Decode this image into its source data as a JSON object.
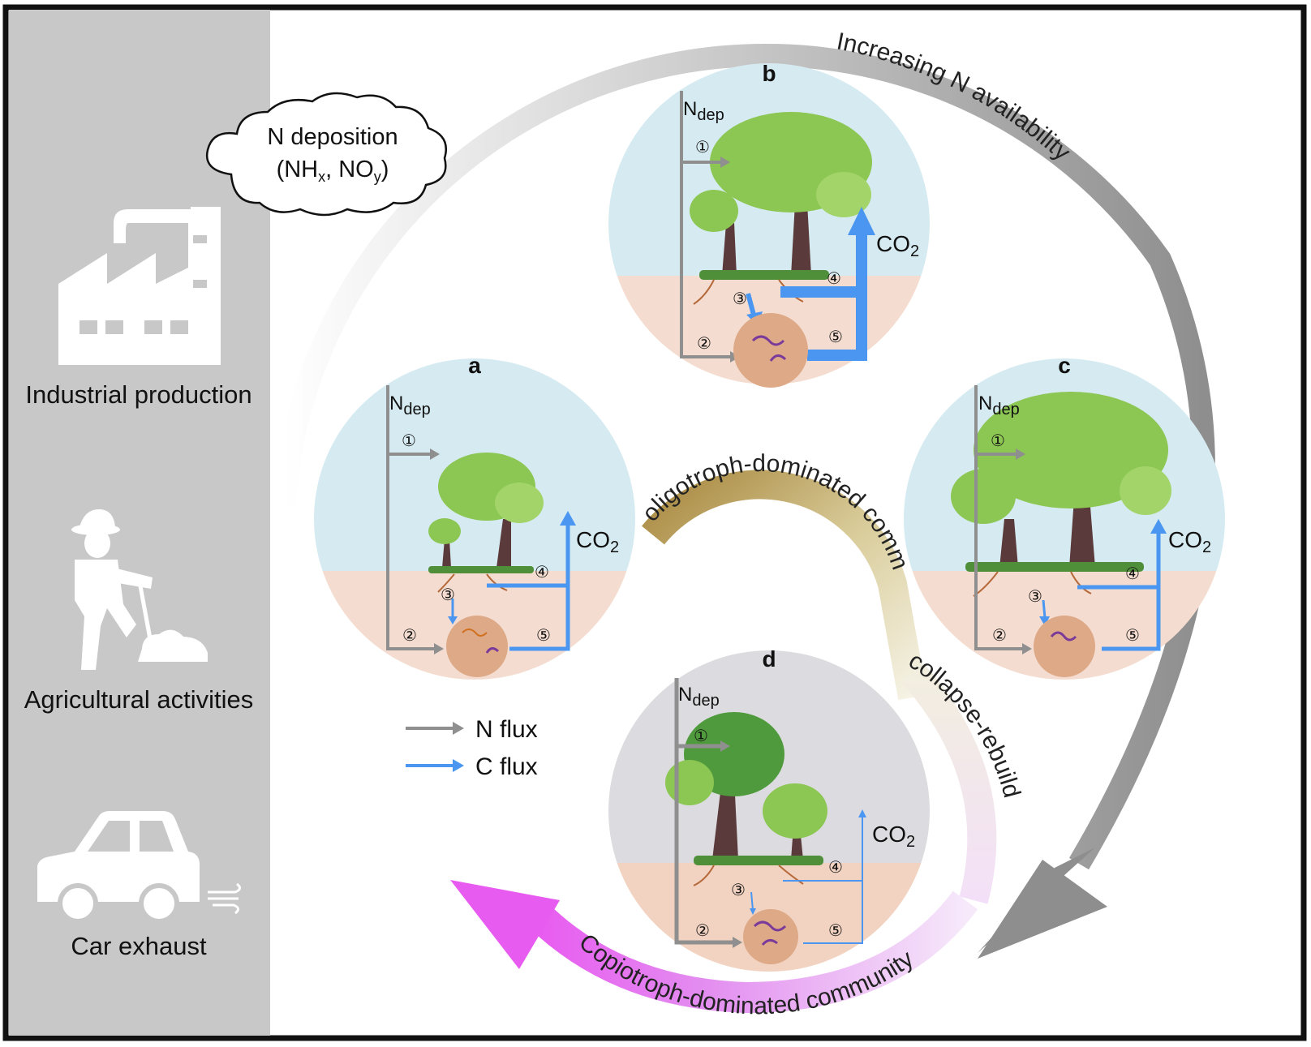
{
  "sidebar": {
    "sources": [
      {
        "label": "Industrial production",
        "icon": "factory-icon"
      },
      {
        "label": "Agricultural activities",
        "icon": "farmer-icon"
      },
      {
        "label": "Car exhaust",
        "icon": "car-icon"
      }
    ]
  },
  "cloud": {
    "line1": "N deposition",
    "line2_open": "(NH",
    "line2_sub1": "x",
    "line2_mid": ", NO",
    "line2_sub2": "y",
    "line2_close": ")"
  },
  "arcs": {
    "outer": "Increasing N availability",
    "oligotroph": "oligotroph-dominated community",
    "collapse": "collapse-rebuild",
    "copiotroph": "Copiotroph-dominated community"
  },
  "panels": {
    "a": {
      "letter": "a"
    },
    "b": {
      "letter": "b"
    },
    "c": {
      "letter": "c"
    },
    "d": {
      "letter": "d"
    }
  },
  "flux_labels": {
    "ndep_main": "N",
    "ndep_sub": "dep",
    "co2_main": "CO",
    "co2_sub": "2",
    "steps": [
      "①",
      "②",
      "③",
      "④",
      "⑤"
    ]
  },
  "legend": {
    "n_flux": "N flux",
    "c_flux": "C flux"
  },
  "colors": {
    "sidebar_bg": "#c8c8c8",
    "sky": "#d6ebf1",
    "soil": "#f4ddd0",
    "sky_d": "#dcdce0",
    "soil_d": "#f2d2c0",
    "n_flux": "#8f8f8f",
    "c_flux": "#4a96f0",
    "outer_arrow": "#9a9a9a",
    "oligotroph_band": "#b59a55",
    "copiotroph_band": "#e25ee8",
    "tree_green": "#8cc653",
    "grass": "#4f8f3a",
    "trunk": "#5a3a3a",
    "root": "#b5693a"
  }
}
